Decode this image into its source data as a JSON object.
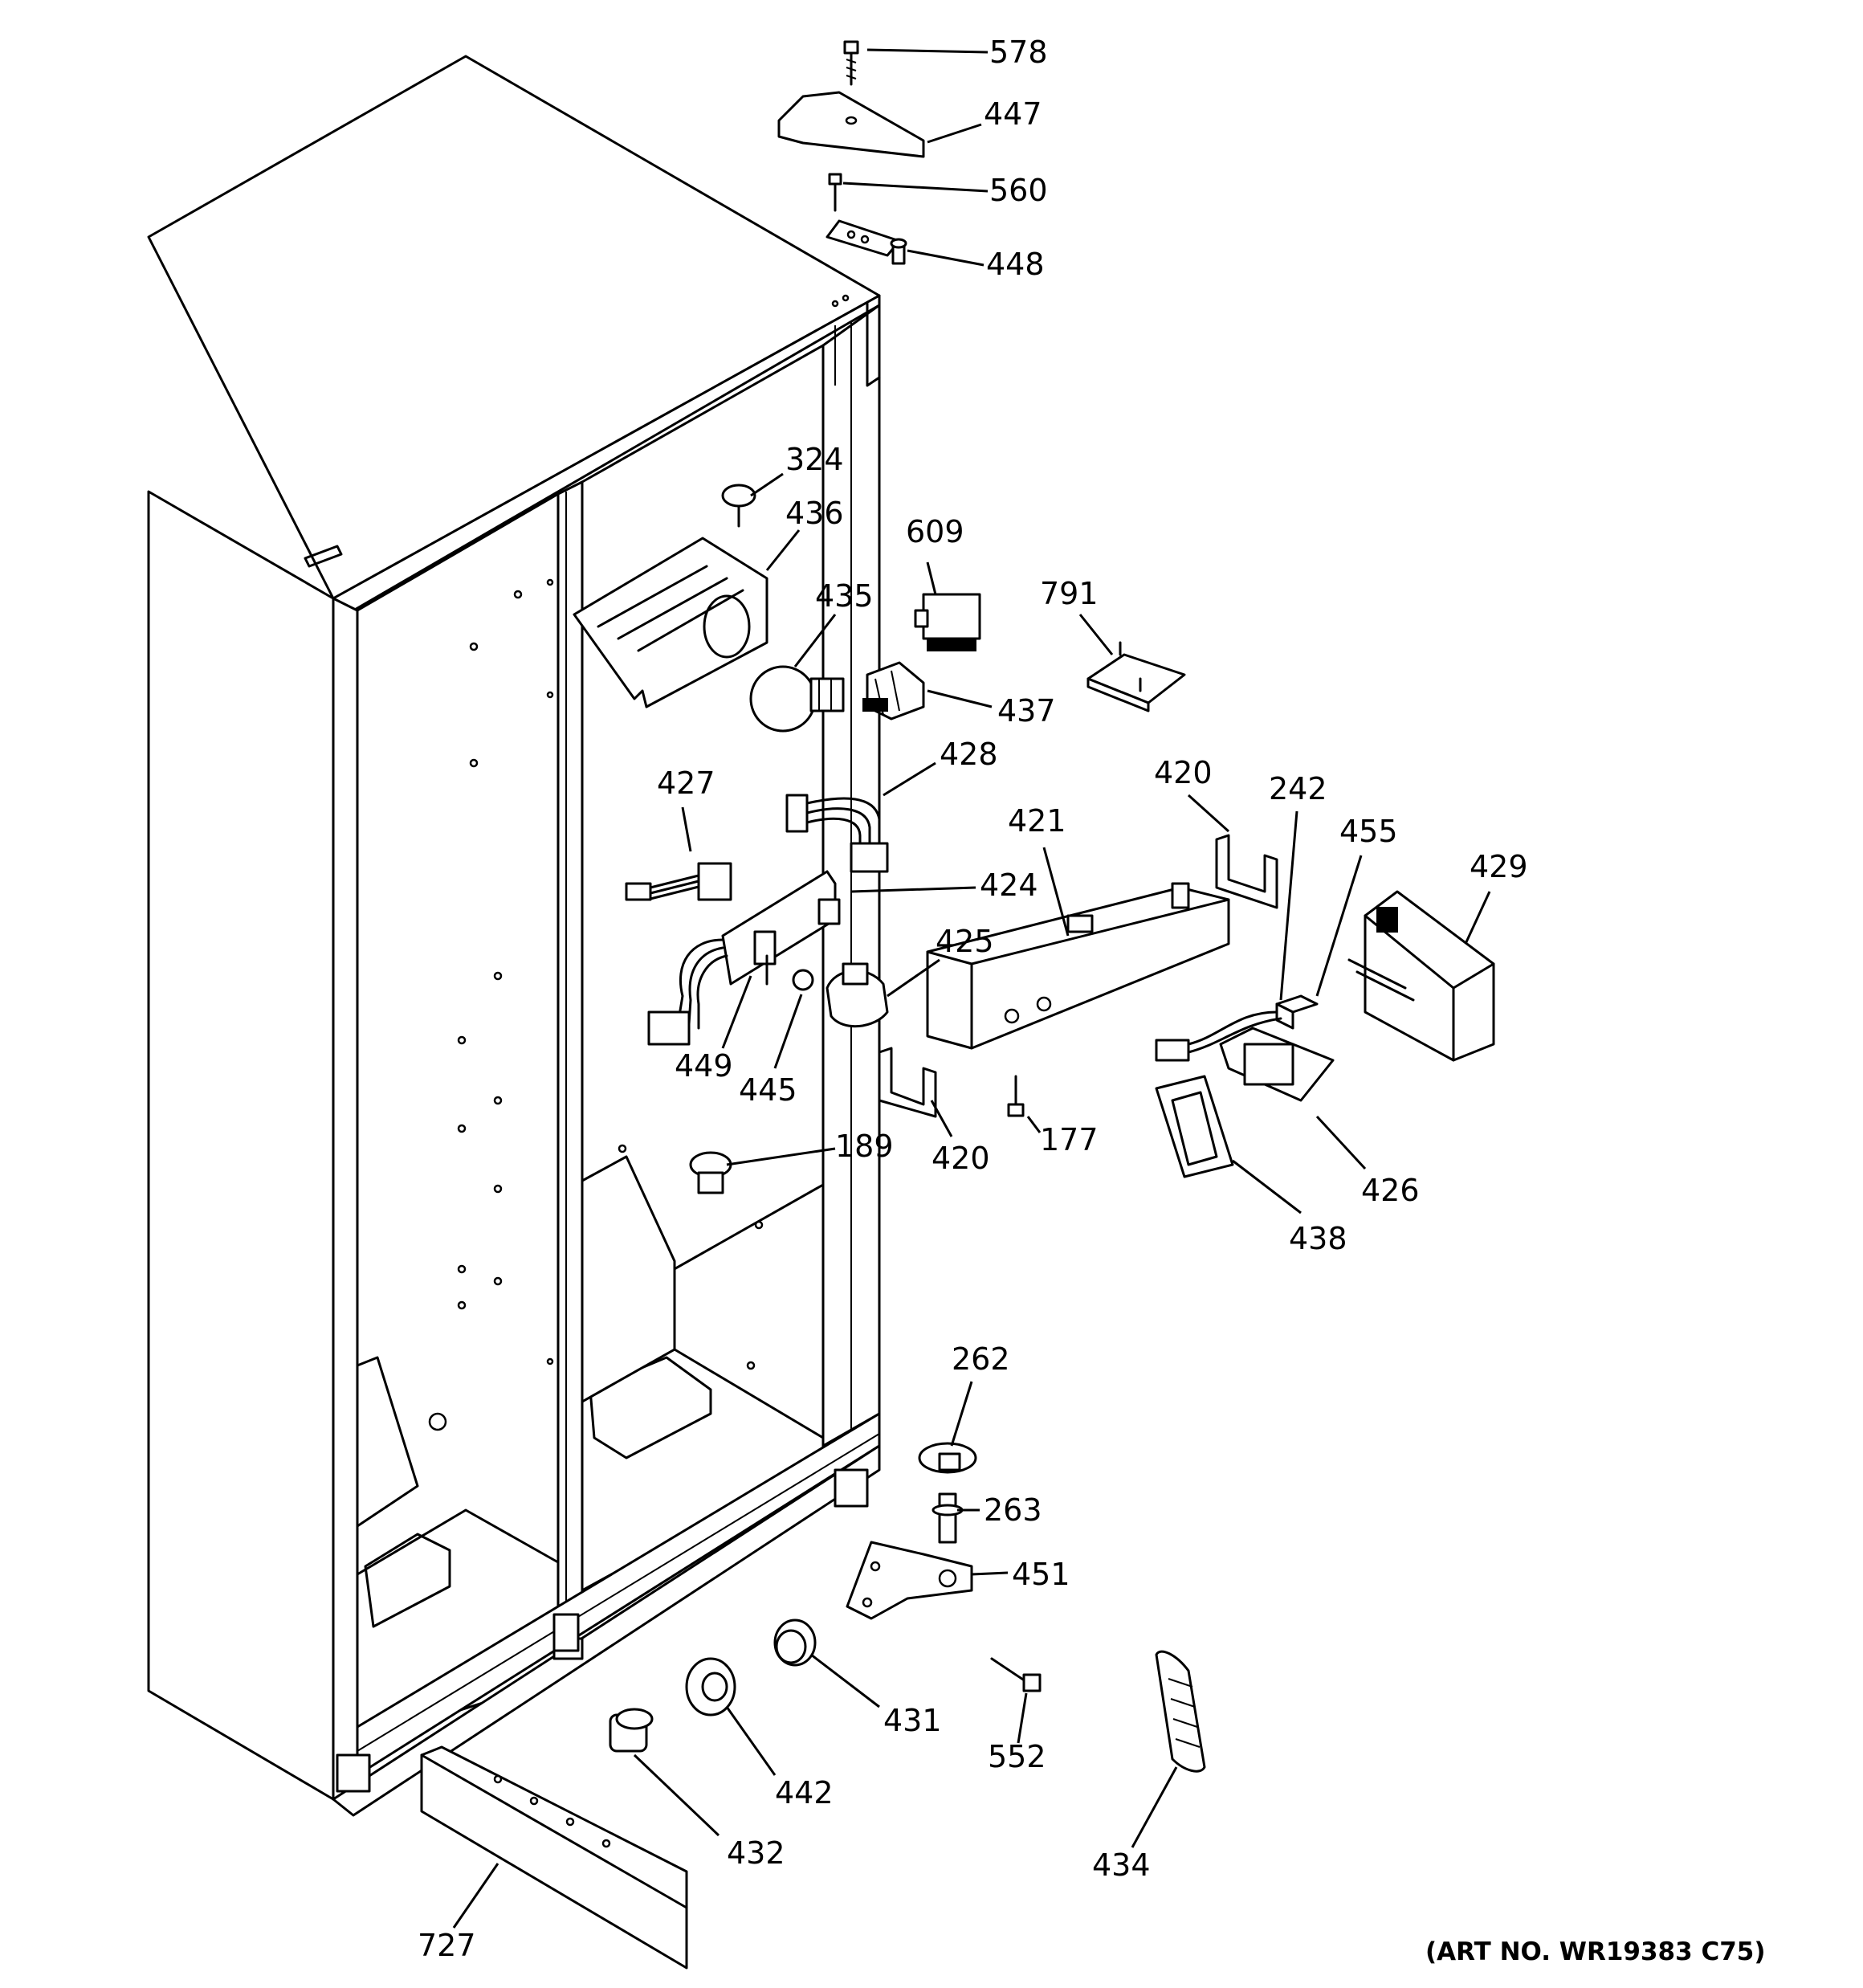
{
  "art_number": "(ART NO. WR19383 C75)",
  "callouts": [
    "578",
    "447",
    "560",
    "448",
    "324",
    "436",
    "609",
    "435",
    "791",
    "437",
    "428",
    "427",
    "420",
    "242",
    "421",
    "455",
    "429",
    "424",
    "425",
    "449",
    "445",
    "189",
    "420",
    "177",
    "426",
    "438",
    "262",
    "263",
    "451",
    "431",
    "552",
    "442",
    "432",
    "434",
    "727"
  ]
}
